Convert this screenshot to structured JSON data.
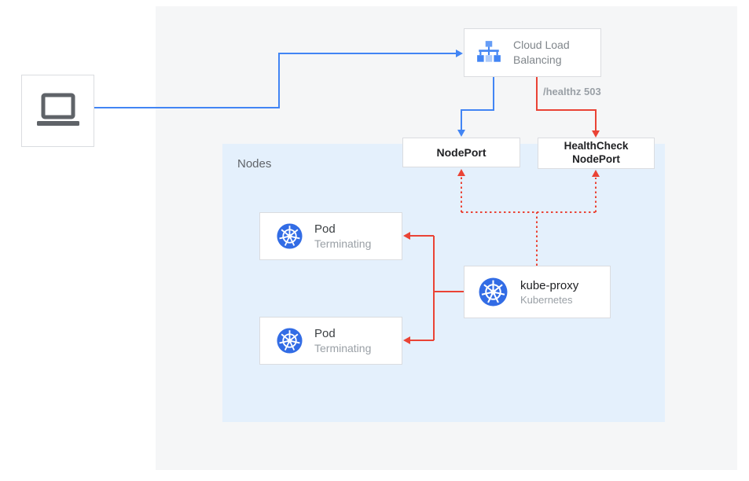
{
  "colors": {
    "blue": "#4285f4",
    "red": "#ea4335",
    "k8s_blue": "#326ce5",
    "nodes_bg": "#e4f0fc",
    "backdrop": "#f5f6f7",
    "border": "#dadce0",
    "text_dark": "#202124",
    "text_gray": "#9aa0a6",
    "text_medium": "#5f6368",
    "icon_gray": "#5f6368"
  },
  "cloud_load_balancing": {
    "label": "Cloud Load Balancing"
  },
  "healthz_badge": "/healthz 503",
  "nodeport": {
    "label": "NodePort"
  },
  "healthcheck_nodeport": {
    "label": "HealthCheck NodePort"
  },
  "nodes": {
    "label": "Nodes"
  },
  "pods": [
    {
      "title": "Pod",
      "status": "Terminating"
    },
    {
      "title": "Pod",
      "status": "Terminating"
    }
  ],
  "kube_proxy": {
    "title": "kube-proxy",
    "subtitle": "Kubernetes"
  }
}
